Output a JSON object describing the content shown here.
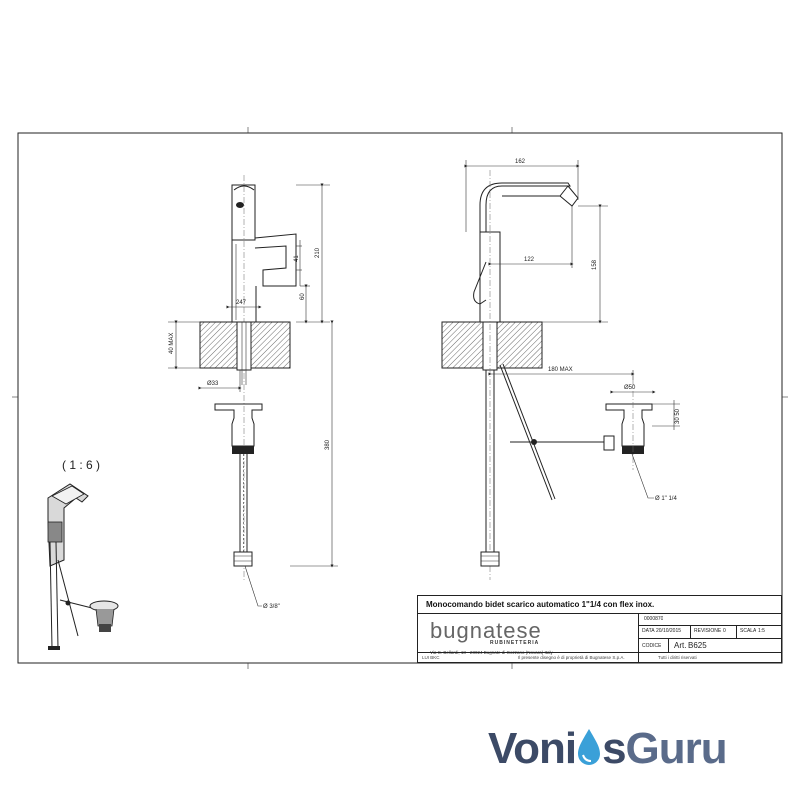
{
  "dimensions": {
    "front_210": "210",
    "front_41": "41",
    "front_60": "60",
    "front_247": "247",
    "front_40max": "40 MAX",
    "front_033": "Ø33",
    "front_380": "380",
    "front_thread": "Ø 3/8\"",
    "side_162": "162",
    "side_122": "122",
    "side_158": "158",
    "side_180max": "180 MAX",
    "side_050": "Ø50",
    "side_30_50": "30 50",
    "side_thread": "Ø 1\" 1/4"
  },
  "scale": "( 1 : 6 )",
  "title_block": {
    "title": "Monocomando bidet scarico automatico 1\"1/4 con flex inox.",
    "code_label": "CODICE",
    "doc_code": "0000870",
    "date_label": "DATA",
    "date_value": "20/10/2015",
    "revision_label": "REVISIONE",
    "revision_value": "0",
    "scale_label": "SCALA",
    "scale_value": "1:5",
    "article_label": "Art.",
    "article_value": "B625",
    "brand": "bugnatese",
    "brand_sub": "RUBINETTERIA",
    "address": "Via C. Bellardi, 18 - 28024 Bugnate di Gozzano (Novara) Italy",
    "footer_left": "LUI BKC",
    "footer_mid": "Il presente disegno è di proprietà di Bugnatese S.p.A.",
    "footer_right": "Tutti i diritti riservati"
  },
  "watermark": {
    "part1": "Voni",
    "part2": "s",
    "part3": "Guru",
    "drop_color": "#3aa0d8"
  }
}
